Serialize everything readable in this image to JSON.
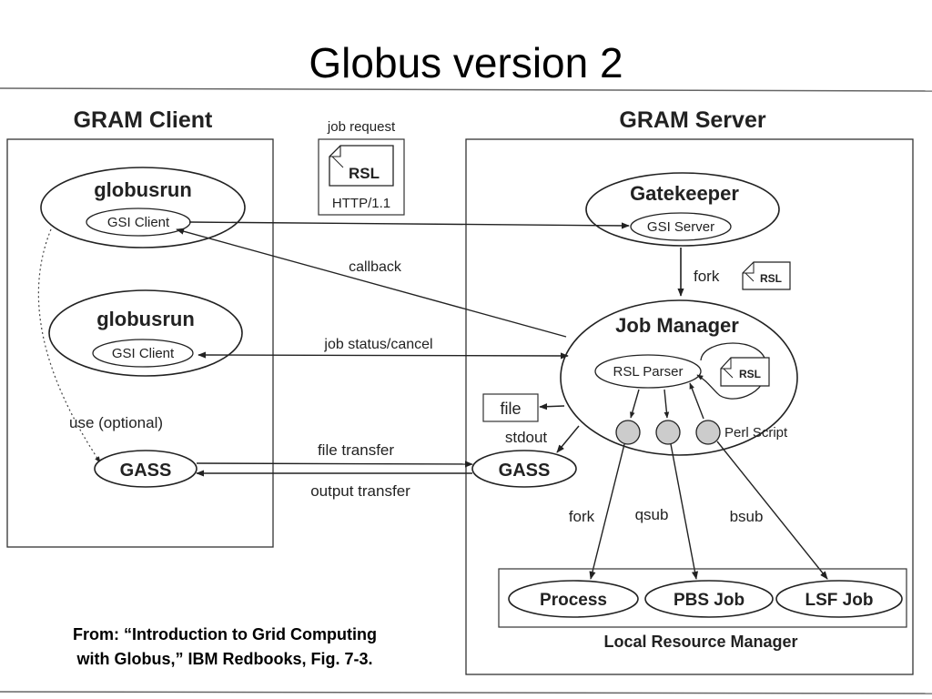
{
  "slide": {
    "title": "Globus version 2"
  },
  "diagram": {
    "client": {
      "heading": "GRAM Client",
      "globusrun_1": "globusrun",
      "gsi_client_1": "GSI Client",
      "globusrun_2": "globusrun",
      "gsi_client_2": "GSI Client",
      "use_optional": "use (optional)",
      "gass": "GASS"
    },
    "server": {
      "heading": "GRAM Server",
      "gatekeeper": "Gatekeeper",
      "gsi_server": "GSI Server",
      "fork_top": "fork",
      "job_manager": "Job Manager",
      "rsl_parser": "RSL Parser",
      "file": "file",
      "stdout": "stdout",
      "gass": "GASS",
      "perl_script": "Perl Script",
      "fork_low": "fork",
      "qsub": "qsub",
      "bsub": "bsub",
      "process": "Process",
      "pbs_job": "PBS Job",
      "lsf_job": "LSF Job",
      "local_resource_manager": "Local Resource Manager"
    },
    "request": {
      "job_request": "job request",
      "rsl": "RSL",
      "http": "HTTP/1.1"
    },
    "rsl_doc_1": "RSL",
    "rsl_doc_2": "RSL",
    "arrows": {
      "callback": "callback",
      "job_status_cancel": "job status/cancel",
      "file_transfer": "file transfer",
      "output_transfer": "output transfer"
    }
  },
  "citation": {
    "line1": "From: “Introduction to Grid Computing",
    "line2": "with Globus,” IBM Redbooks, Fig. 7-3."
  }
}
